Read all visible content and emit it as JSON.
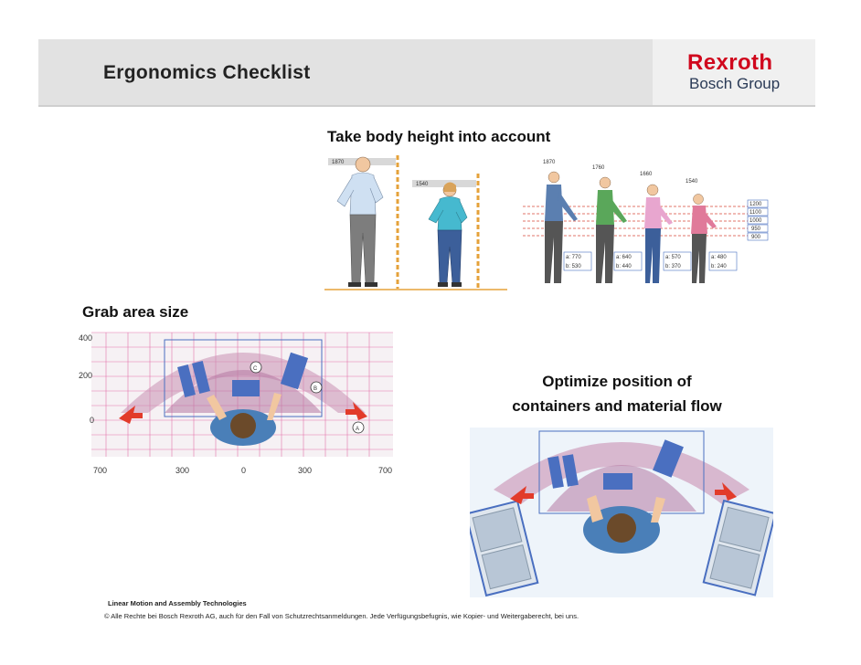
{
  "header": {
    "title": "Ergonomics Checklist",
    "logo_main": "Rexroth",
    "logo_sub": "Bosch Group"
  },
  "sections": {
    "body_height": "Take body height into account",
    "grab_area": "Grab area size",
    "optimize_line1": "Optimize position of",
    "optimize_line2": "containers and material flow"
  },
  "body_height_figure": {
    "heights": [
      "1870",
      "1540"
    ]
  },
  "reach_figure": {
    "heights": [
      "1870",
      "1760",
      "1660",
      "1540"
    ],
    "table_levels": [
      "1200",
      "1100",
      "1000",
      "950",
      "900"
    ],
    "distances": [
      {
        "a": "a: 770",
        "b": "b: 530"
      },
      {
        "a": "a: 640",
        "b": "b: 440"
      },
      {
        "a": "a: 570",
        "b": "b: 370"
      },
      {
        "a": "a: 480",
        "b": "b: 240"
      }
    ]
  },
  "grab_figure": {
    "y_ticks": [
      "400",
      "200",
      "0"
    ],
    "x_ticks": [
      "700",
      "300",
      "0",
      "300",
      "700"
    ],
    "zones": [
      "C",
      "B",
      "A"
    ]
  },
  "footer": {
    "title": "Linear Motion and Assembly Technologies",
    "copyright": "© Alle Rechte bei Bosch Rexroth AG, auch für den Fall von Schutzrechtsanmeldungen. Jede Verfügungsbefugnis, wie Kopier- und Weitergaberecht, bei uns."
  },
  "colors": {
    "brand_red": "#d0071d",
    "brand_navy": "#2a3a56",
    "header_gray": "#e2e2e2",
    "grid_pink": "#e0559a",
    "arc_mauve": "#c98fb3",
    "container_blue": "#4a6fc0"
  },
  "icons": {
    "logo": "rexroth-logo",
    "arrows": "red-arrow-icon"
  }
}
